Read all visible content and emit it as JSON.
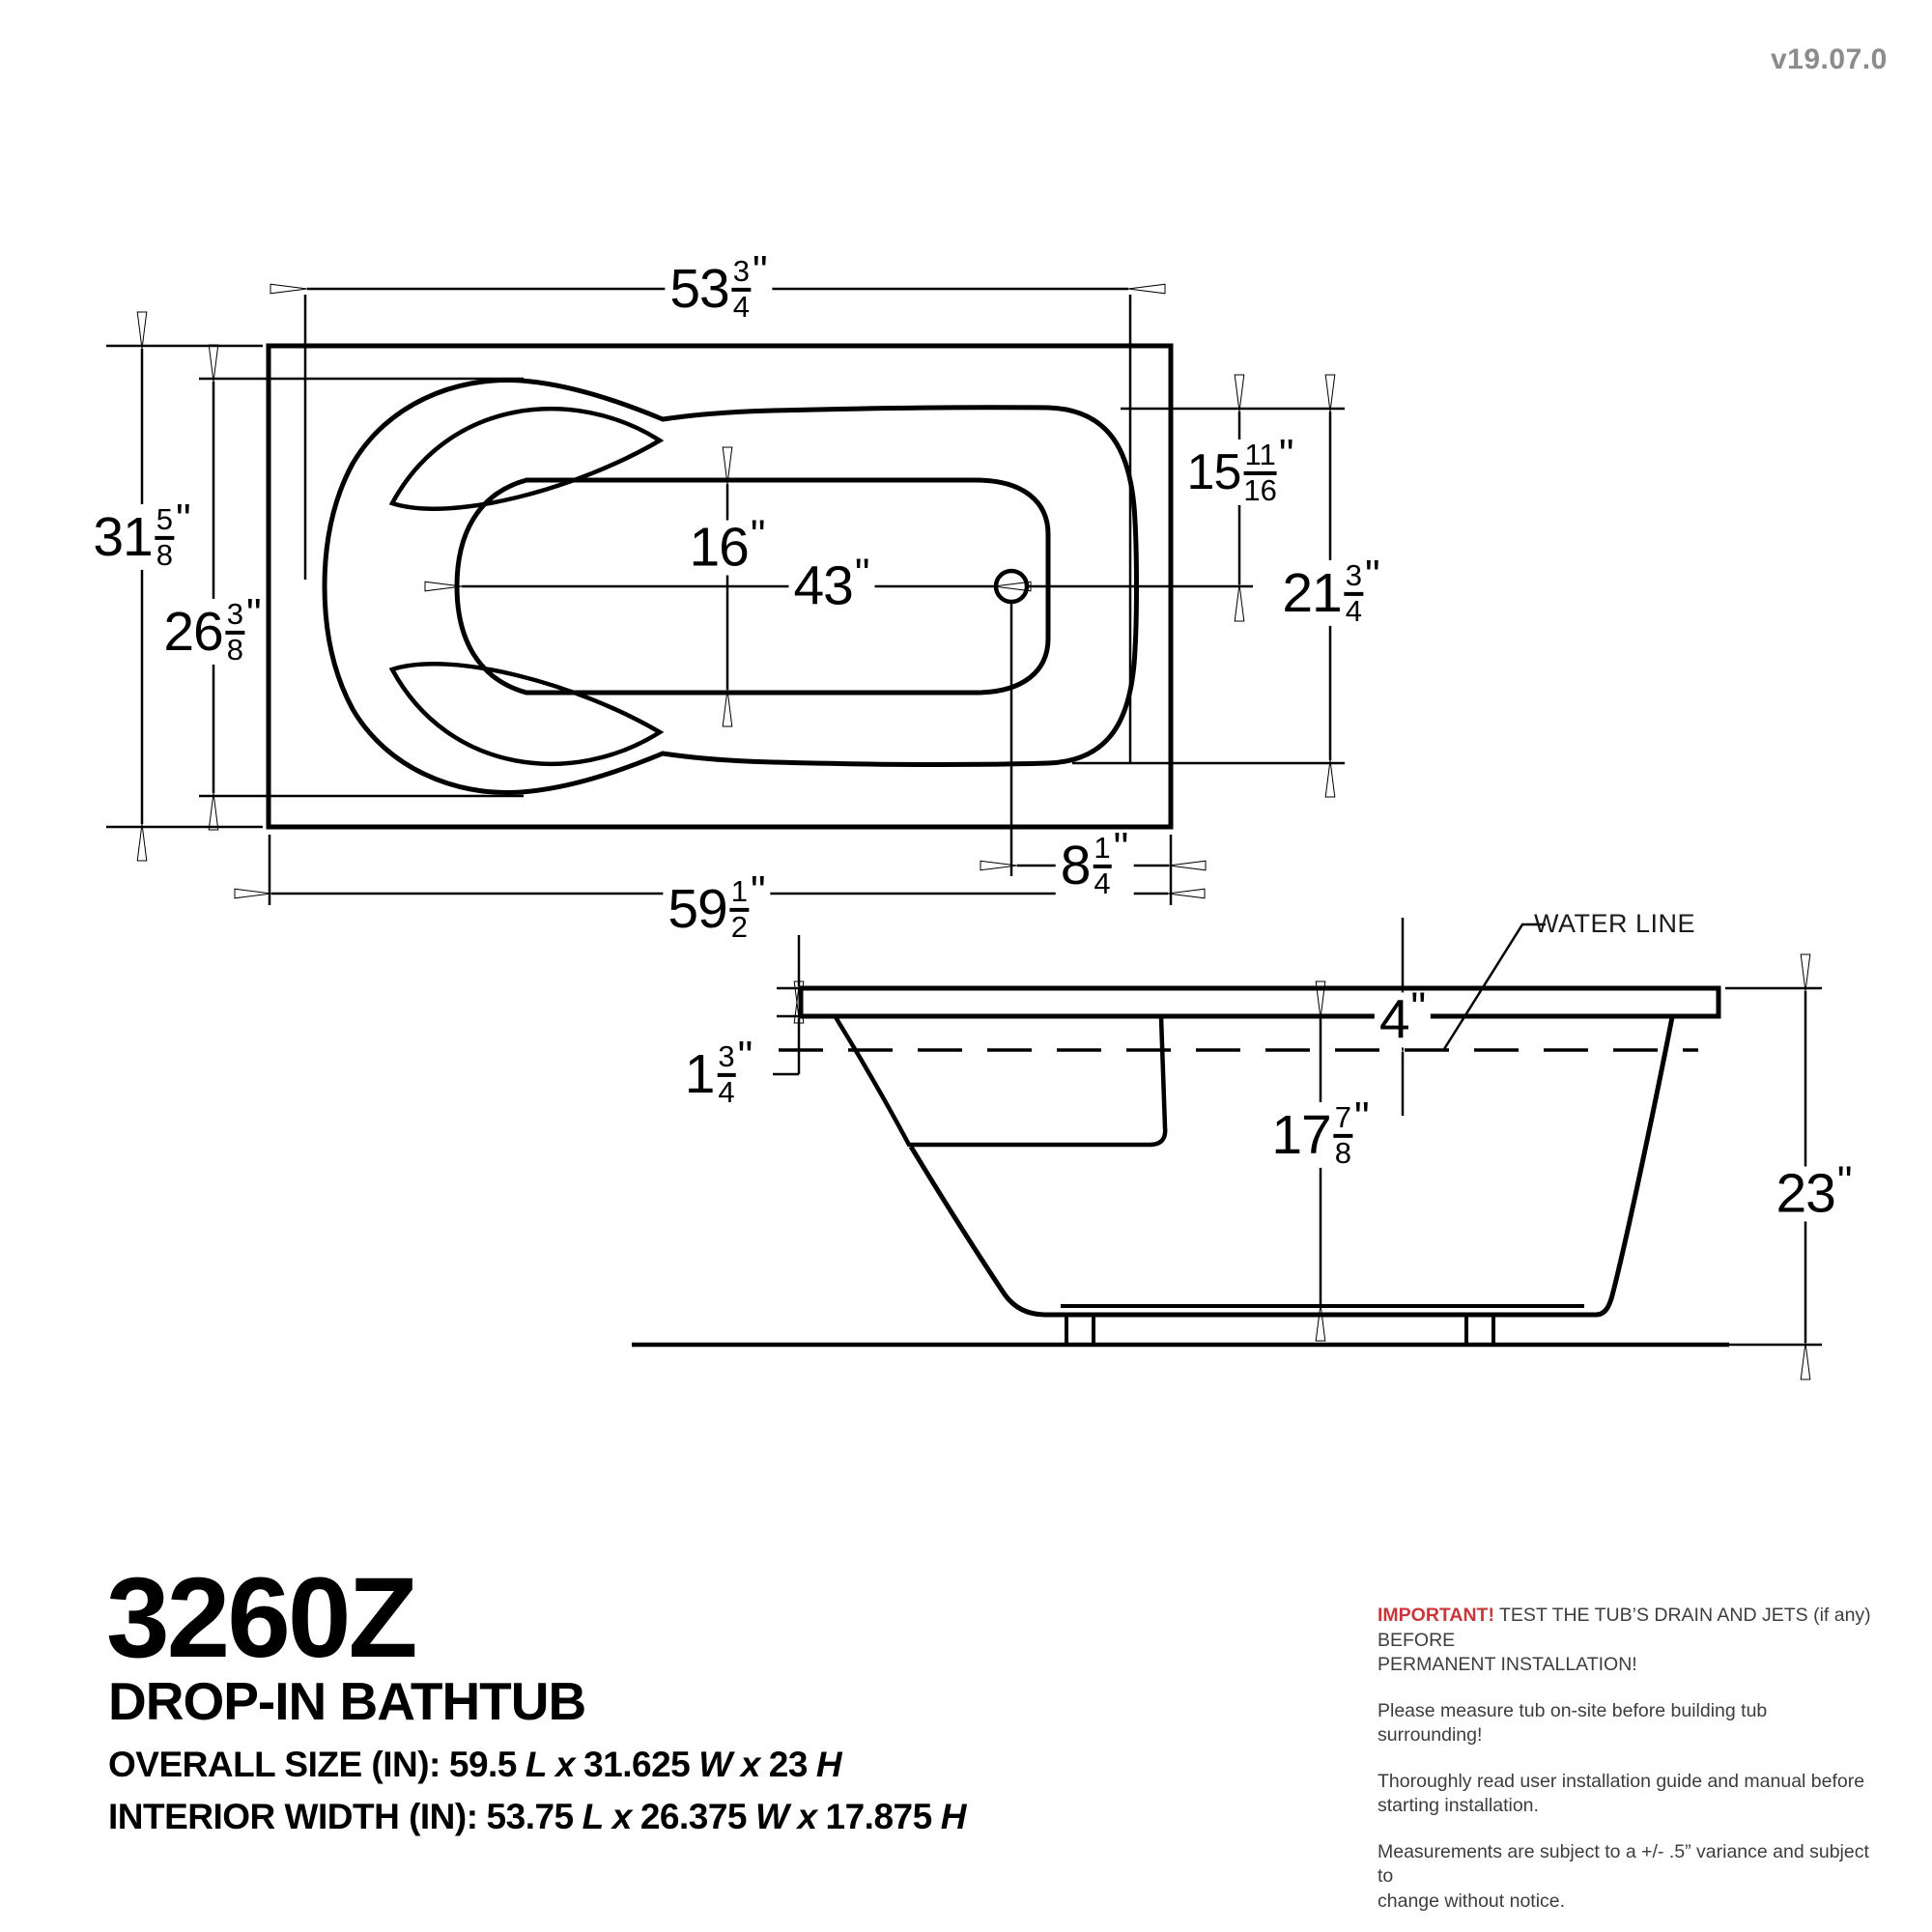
{
  "version": "v19.07.0",
  "plan_view": {
    "interior_length": {
      "whole": "53",
      "num": "3",
      "den": "4",
      "unit": "\""
    },
    "overall_width": {
      "whole": "31",
      "num": "5",
      "den": "8",
      "unit": "\""
    },
    "interior_width": {
      "whole": "26",
      "num": "3",
      "den": "8",
      "unit": "\""
    },
    "basin_width": {
      "whole": "16",
      "num": "",
      "den": "",
      "unit": "\""
    },
    "drain_from_end": {
      "whole": "43",
      "num": "",
      "den": "",
      "unit": "\""
    },
    "drain_from_side": {
      "whole": "15",
      "num": "11",
      "den": "16",
      "unit": "\""
    },
    "deck_span_right": {
      "whole": "21",
      "num": "3",
      "den": "4",
      "unit": "\""
    },
    "drain_from_right": {
      "whole": "8",
      "num": "1",
      "den": "4",
      "unit": "\""
    },
    "overall_length": {
      "whole": "59",
      "num": "1",
      "den": "2",
      "unit": "\""
    }
  },
  "side_view": {
    "deck_thickness": {
      "whole": "1",
      "num": "3",
      "den": "4",
      "unit": "\""
    },
    "water_below_deck": {
      "whole": "4",
      "num": "",
      "den": "",
      "unit": "\""
    },
    "interior_depth": {
      "whole": "17",
      "num": "7",
      "den": "8",
      "unit": "\""
    },
    "overall_height": {
      "whole": "23",
      "num": "",
      "den": "",
      "unit": "\""
    },
    "water_line_label": "WATER LINE"
  },
  "title_block": {
    "model": "3260Z",
    "product_type": "DROP-IN BATHTUB",
    "overall": {
      "label": "OVERALL SIZE (IN):",
      "l": "59.5",
      "l_unit": "L",
      "sep1": "x",
      "w": "31.625",
      "w_unit": "W",
      "sep2": "x",
      "h": "23",
      "h_unit": "H"
    },
    "interior": {
      "label": "INTERIOR WIDTH (IN):",
      "l": "53.75",
      "l_unit": "L",
      "sep1": "x",
      "w": "26.375",
      "w_unit": "W",
      "sep2": "x",
      "h": "17.875",
      "h_unit": "H"
    }
  },
  "notes": {
    "important_label": "IMPORTANT!",
    "important_rest": " TEST THE TUB’S DRAIN AND JETS (if any) BEFORE\nPERMANENT INSTALLATION!",
    "note_measure": "Please measure tub on-site before building tub surrounding!",
    "note_guide": "Thoroughly read user installation guide and manual before\nstarting installation.",
    "note_variance": "Measurements are subject to a +/- .5” variance and subject to\nchange without notice."
  },
  "colors": {
    "accent_red": "#c9373a",
    "muted_gray": "#8c8c8c",
    "ink": "#3d3d3d"
  }
}
